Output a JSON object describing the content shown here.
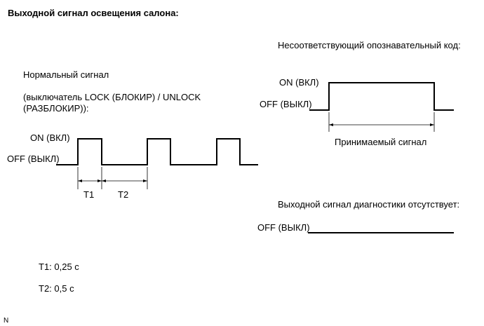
{
  "title": "Выходной сигнал освещения салона:",
  "normal": {
    "heading": "Нормальный сигнал",
    "condition_line1": "(выключатель LOCK (БЛОКИР) / UNLOCK",
    "condition_line2": "(РАЗБЛОКИР)):",
    "on_label": "ON (ВКЛ)",
    "off_label": "OFF (ВЫКЛ)",
    "t1_label": "T1",
    "t2_label": "T2"
  },
  "mismatch": {
    "heading": "Несоответствующий опознавательный код:",
    "on_label": "ON (ВКЛ)",
    "off_label": "OFF (ВЫКЛ)",
    "accepted_label": "Принимаемый сигнал"
  },
  "no_diag": {
    "heading": "Выходной сигнал диагностики отсутствует:",
    "off_label": "OFF (ВЫКЛ)"
  },
  "timings": {
    "t1": "T1: 0,25 с",
    "t2": "T2: 0,5 с"
  },
  "footer_mark": "N"
}
